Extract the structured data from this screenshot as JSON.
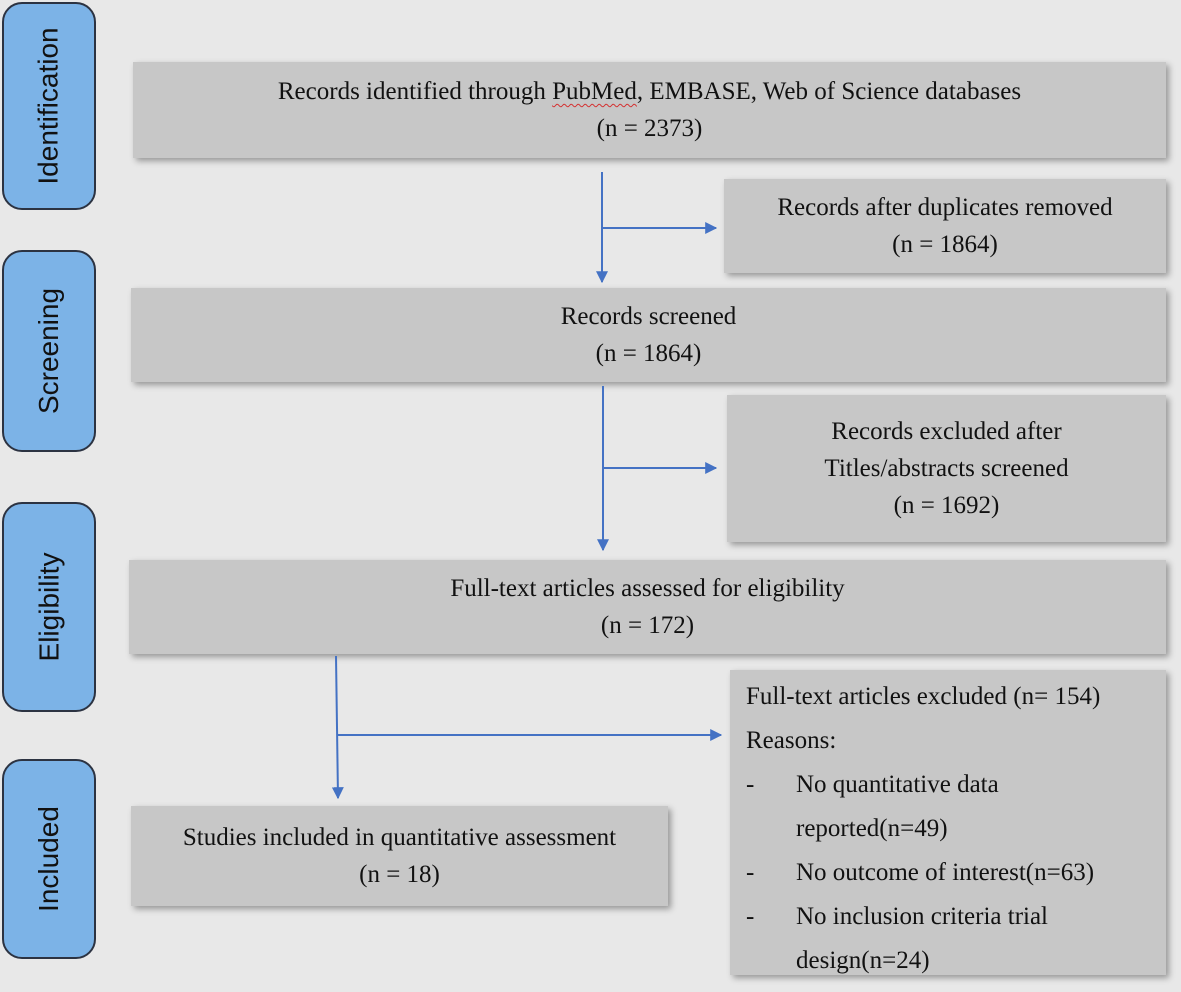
{
  "phases": {
    "identification": "Identification",
    "screening": "Screening",
    "eligibility": "Eligibility",
    "included": "Included"
  },
  "boxes": {
    "identified": {
      "line1_pre": "Records identified through ",
      "line1_flagged": "PubMed",
      "line1_post": ", EMBASE, Web of Science databases",
      "line2": "(n = 2373)"
    },
    "duplicates_removed": {
      "line1": "Records after duplicates removed",
      "line2": "(n = 1864)"
    },
    "screened": {
      "line1": "Records screened",
      "line2": "(n = 1864)"
    },
    "excluded_titles": {
      "line1": "Records excluded after",
      "line2": "Titles/abstracts screened",
      "line3": "(n = 1692)"
    },
    "fulltext_assessed": {
      "line1": "Full-text articles assessed for eligibility",
      "line2": "(n = 172)"
    },
    "fulltext_excluded": {
      "line1": "Full-text articles excluded (n= 154)",
      "line2": "Reasons:",
      "reasons": [
        {
          "dash": "-",
          "line1": "No quantitative data",
          "line2": "reported(n=49)"
        },
        {
          "dash": "-",
          "line1": "No outcome of interest(n=63)",
          "line2": ""
        },
        {
          "dash": "-",
          "line1": "No inclusion criteria trial",
          "line2": "design(n=24)"
        }
      ]
    },
    "included_studies": {
      "line1": "Studies included in quantitative assessment",
      "line2": "(n = 18)"
    }
  },
  "colors": {
    "phase_fill": "#7cb3e7",
    "phase_border": "#2c3342",
    "box_fill": "#c7c7c7",
    "arrow": "#4472c4",
    "background": "#e8e8e8"
  }
}
